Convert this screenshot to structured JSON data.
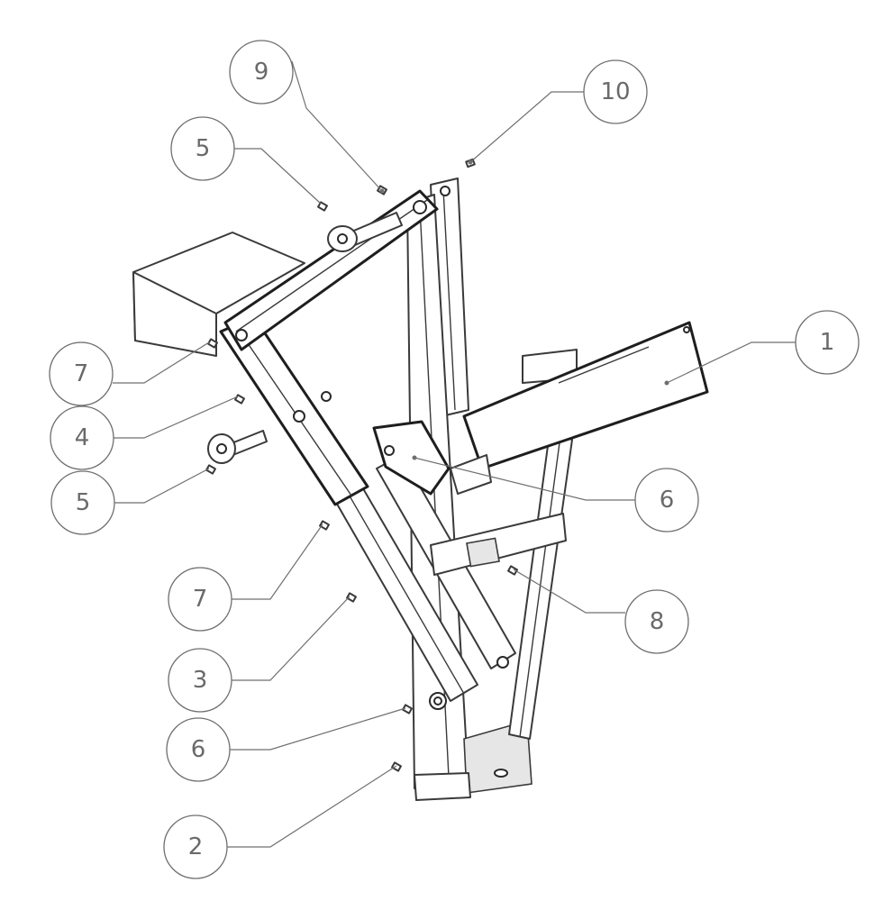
{
  "diagram": {
    "callouts": [
      {
        "id": "c9",
        "label": "9"
      },
      {
        "id": "c10",
        "label": "10"
      },
      {
        "id": "c5a",
        "label": "5"
      },
      {
        "id": "c1",
        "label": "1"
      },
      {
        "id": "c7a",
        "label": "7"
      },
      {
        "id": "c4",
        "label": "4"
      },
      {
        "id": "c5b",
        "label": "5"
      },
      {
        "id": "c6a",
        "label": "6"
      },
      {
        "id": "c7b",
        "label": "7"
      },
      {
        "id": "c8",
        "label": "8"
      },
      {
        "id": "c3",
        "label": "3"
      },
      {
        "id": "c6b",
        "label": "6"
      },
      {
        "id": "c2",
        "label": "2"
      }
    ]
  }
}
